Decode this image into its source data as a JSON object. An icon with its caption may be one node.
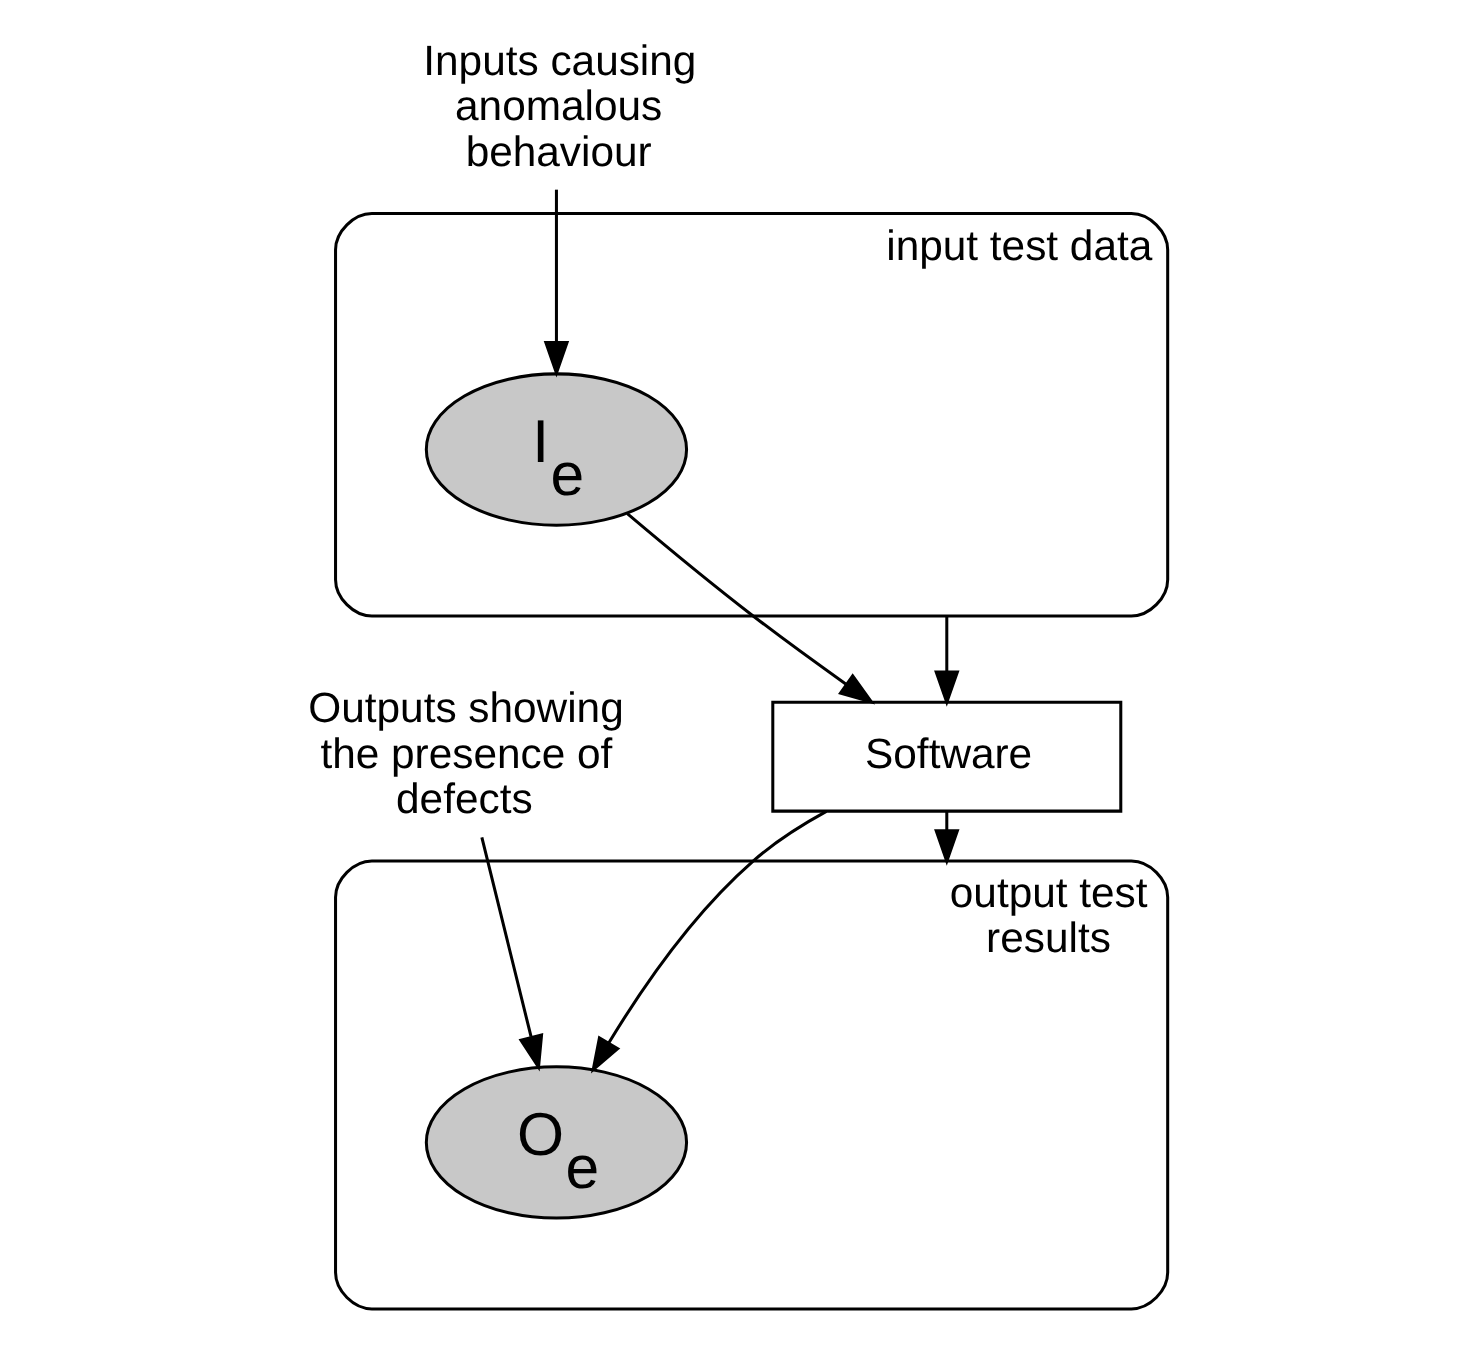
{
  "diagram": {
    "nodes": [
      {
        "text": [
          "input test data"
        ]
      },
      {
        "text": [
          "I$_{e}$"
        ],
        "in": 0
      },
      {
        "text": [
          "Software"
        ]
      },
      {
        "text": [
          "Inputs causing anomalous behaviour"
        ]
      },
      {
        "text": [
          "output test results"
        ]
      },
      {
        "text": [
          "O$_{e}$"
        ],
        "in": 4
      },
      {
        "text": [
          "Outputs showing the presence of defects"
        ]
      }
    ],
    "edges": [
      {
        "from": 0,
        "to": 2,
        "arrow": "to"
      },
      {
        "from": 1,
        "to": 2,
        "arrow": "to"
      },
      {
        "from": 2,
        "to": 4,
        "arrow": "to"
      },
      {
        "from": 2,
        "to": 5,
        "arrow": "to"
      },
      {
        "from": 3,
        "to": 1,
        "arrow": "to"
      },
      {
        "from": 6,
        "to": 5,
        "arrow": "to"
      }
    ]
  }
}
